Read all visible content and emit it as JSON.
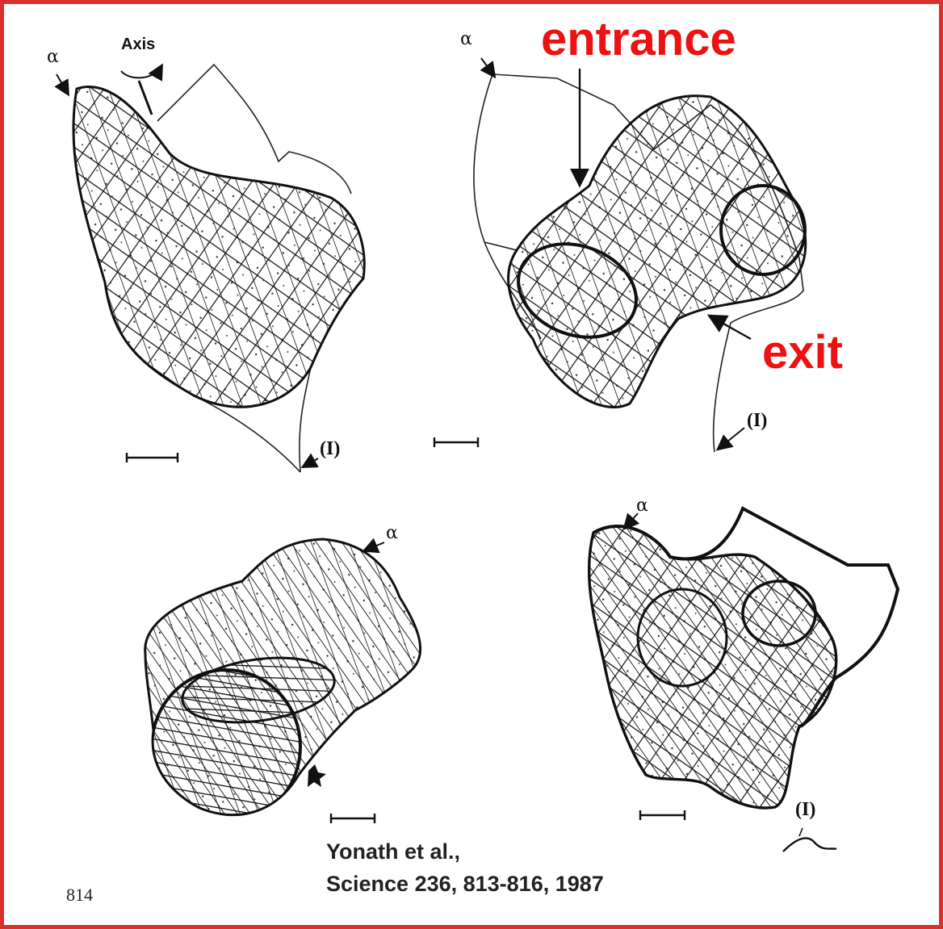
{
  "panels": {
    "top_left": {
      "alpha": "α",
      "axis": "Axis",
      "isoform": "(I)"
    },
    "top_right": {
      "alpha": "α",
      "isoform": "(I)",
      "entrance": "entrance",
      "exit": "exit"
    },
    "bottom_left": {
      "alpha": "α"
    },
    "bottom_right": {
      "alpha": "α",
      "isoform": "(I)"
    }
  },
  "citation": {
    "line1": "Yonath et al.,",
    "line2": "Science 236, 813-816, 1987"
  },
  "page_number": "814",
  "colors": {
    "frame": "#d9312b",
    "annotation": "#ee1111",
    "ink": "#111111"
  }
}
